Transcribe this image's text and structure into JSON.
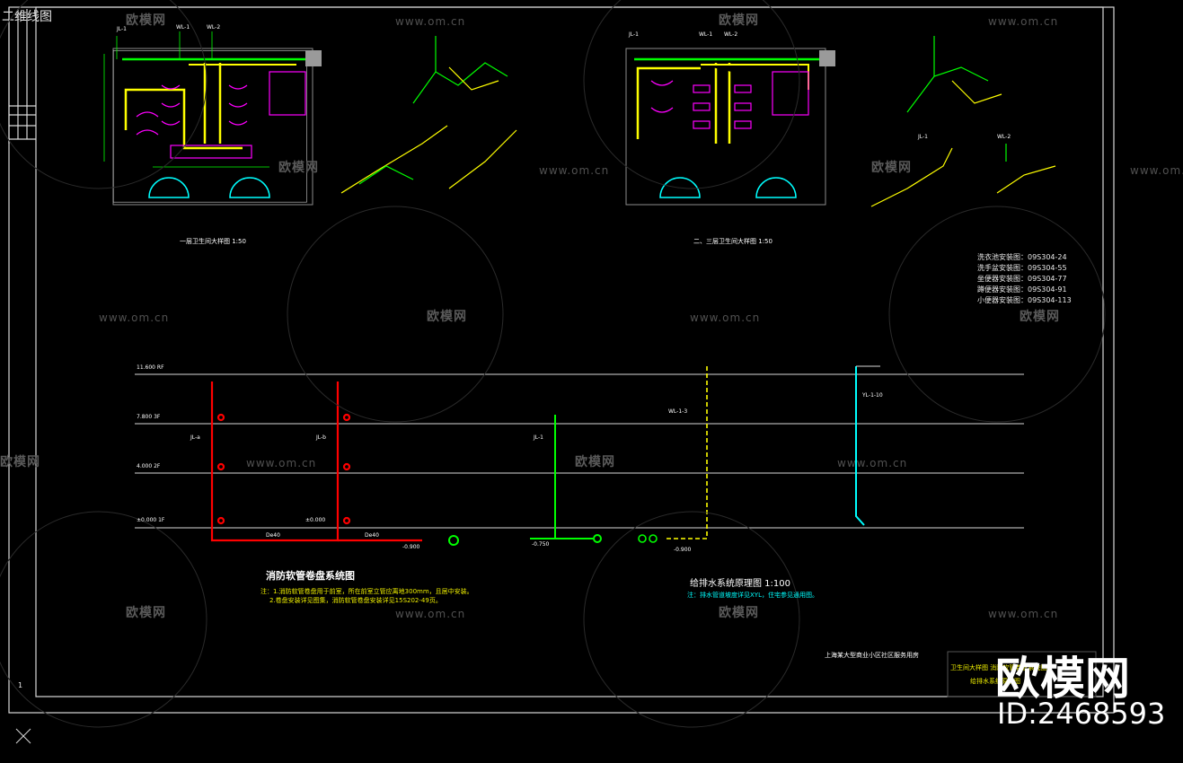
{
  "tab": {
    "title": "二维线图"
  },
  "drawing": {
    "plan1_title": "一层卫生间大样图  1:50",
    "plan2_title": "二、三层卫生间大样图  1:50",
    "fire_title": "消防软管卷盘系统图",
    "fire_note1": "注：1.消防软管卷盘用于前室，所在前室立管应离地300mm，且居中安装。",
    "fire_note2": "2.卷盘安装详见图集，消防软管卷盘安装详见15S202-49页。",
    "supply_title": "给排水系统原理图  1:100",
    "supply_note": "注：排水管道坡度详见XYL，住宅参见通用图。",
    "project": "上海某大型商业小区社区服务用房",
    "sheet_a": "卫生间大样图  消防软管卷盘系统图",
    "sheet_b": "给排水系统原理图",
    "standards": [
      "洗衣池安装图：09S304-24",
      "洗手盆安装图：09S304-55",
      "坐便器安装图：09S304-77",
      "蹲便器安装图：09S304-91",
      "小便器安装图：09S304-113"
    ],
    "level_labels": [
      "11.600 RF",
      "7.800 3F",
      "4.000 2F",
      "±0.000 1F"
    ],
    "pipe_labels": [
      "JL-1",
      "WL-1",
      "WL-2",
      "JL-1",
      "WL-1",
      "WL-2",
      "JL-1",
      "WL-2",
      "JL-a",
      "JL-b",
      "JL-1",
      "WL-1-3",
      "YL-1-10",
      "De40",
      "De40",
      "-0.900",
      "-0.750",
      "-0.900",
      "±0.000"
    ],
    "page_number": "1",
    "colors": {
      "green": "#00ff00",
      "yellow": "#ffff00",
      "magenta": "#ff00ff",
      "red": "#ff0000",
      "cyan": "#00ffff",
      "white": "#ffffff",
      "frame": "#d8d8d8",
      "grey": "#8c8c8c"
    }
  },
  "watermark": {
    "brand_cn": "欧模网",
    "url": "www.om.cn",
    "brand_big": "欧模网",
    "id_text": "ID:2468593"
  }
}
